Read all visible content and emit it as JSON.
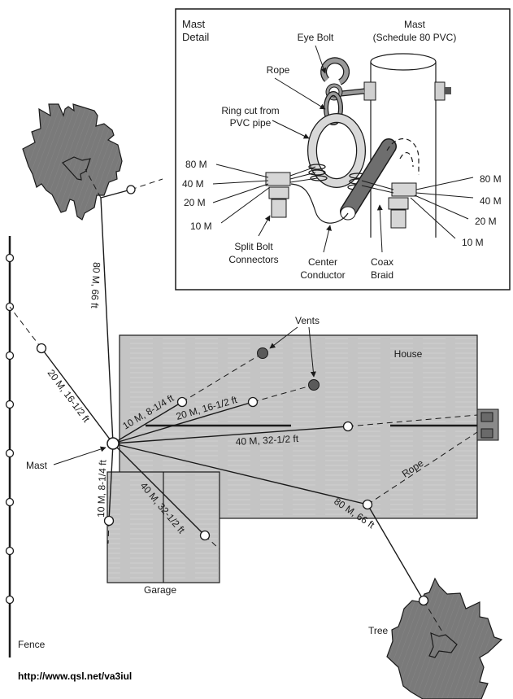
{
  "title": "Antenna layout diagram",
  "colors": {
    "house_fill": "#c4c4c4",
    "tree_fill": "#7a7a7a",
    "vent_fill": "#5a5a5a",
    "line": "#1a1a1a",
    "ring_fill": "#d8d8d8",
    "coax_fill": "#6e6e6e",
    "eyebolt_fill": "#9a9a9a",
    "window_fill": "#6a6a6a"
  },
  "detail": {
    "title_line1": "Mast",
    "title_line2": "Detail",
    "mast_label_line1": "Mast",
    "mast_label_line2": "(Schedule 80 PVC)",
    "eye_bolt": "Eye Bolt",
    "rope": "Rope",
    "ring_line1": "Ring cut from",
    "ring_line2": "PVC pipe",
    "left_bands": [
      "80 M",
      "40 M",
      "20 M",
      "10 M"
    ],
    "right_bands": [
      "80 M",
      "40 M",
      "20 M",
      "10 M"
    ],
    "split_bolt_line1": "Split Bolt",
    "split_bolt_line2": "Connectors",
    "center_line1": "Center",
    "center_line2": "Conductor",
    "coax_line1": "Coax",
    "coax_line2": "Braid"
  },
  "site": {
    "vents": "Vents",
    "house": "House",
    "garage": "Garage",
    "mast": "Mast",
    "fence": "Fence",
    "tree": "Tree",
    "rope": "Rope",
    "url": "http://www.qsl.net/va3iul"
  },
  "elements": [
    {
      "band": "80 M",
      "length": "66 ft",
      "label": "80 M, 66 ft",
      "direction": "north to upper tree"
    },
    {
      "band": "20 M",
      "length": "16-1/2 ft",
      "label": "20 M, 16-1/2 ft",
      "direction": "northwest to fence"
    },
    {
      "band": "10 M",
      "length": "8-1/4 ft",
      "label": "10 M, 8-1/4 ft",
      "direction": "northeast to vent"
    },
    {
      "band": "20 M",
      "length": "16-1/2 ft",
      "label": "20 M, 16-1/2 ft",
      "direction": "east-northeast to vent"
    },
    {
      "band": "40 M",
      "length": "32-1/2 ft",
      "label": "40 M, 32-1/2 ft",
      "direction": "east to house wall"
    },
    {
      "band": "80 M",
      "length": "66 ft",
      "label": "80 M, 66 ft",
      "direction": "southeast to lower tree"
    },
    {
      "band": "40 M",
      "length": "32-1/2 ft",
      "label": "40 M, 32-1/2 ft",
      "direction": "southeast over garage"
    },
    {
      "band": "10 M",
      "length": "8-1/4 ft",
      "label": "10 M, 8-1/4 ft",
      "direction": "south over garage"
    }
  ]
}
